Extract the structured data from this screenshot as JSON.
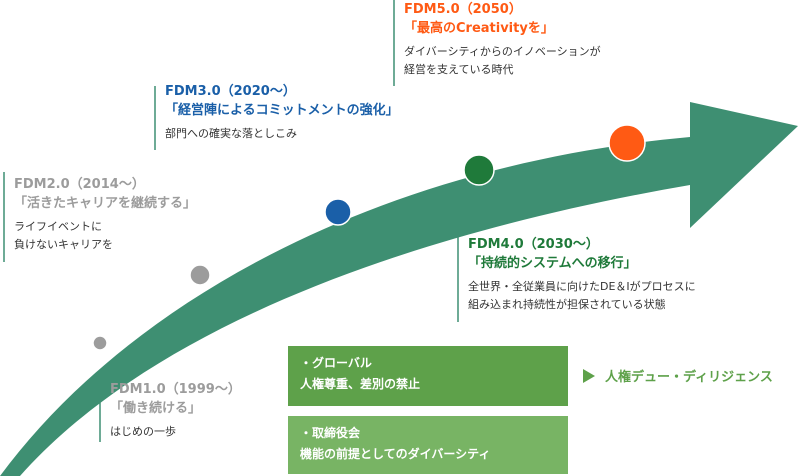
{
  "colors": {
    "arrow": "#3e8f72",
    "gray": "#9c9c9c",
    "blue": "#1a5fa8",
    "green": "#1f7a3a",
    "orange": "#ff5a14",
    "box1": "#5ea14a",
    "box2": "#78b464",
    "label_green": "#5ea14a"
  },
  "stages": [
    {
      "version": "FDM1.0（1999～）",
      "slogan": "「働き続ける」",
      "desc": [
        "はじめの一歩"
      ],
      "color": "gray"
    },
    {
      "version": "FDM2.0（2014～）",
      "slogan": "「活きたキャリアを継続する」",
      "desc": [
        "ライフイベントに",
        "負けないキャリアを"
      ],
      "color": "gray"
    },
    {
      "version": "FDM3.0（2020～）",
      "slogan": "「経営陣によるコミットメントの強化」",
      "desc": [
        "部門への確実な落としこみ"
      ],
      "color": "blue"
    },
    {
      "version": "FDM4.0（2030～）",
      "slogan": "「持続的システムへの移行」",
      "desc": [
        "全世界・全従業員に向けたDE＆Iがプロセスに",
        "組み込まれ持続性が担保されている状態"
      ],
      "color": "green"
    },
    {
      "version": "FDM5.0（2050）",
      "slogan": "「最高のCreativityを」",
      "desc": [
        "ダイバーシティからのイノベーションが",
        "経営を支えている時代"
      ],
      "color": "orange"
    }
  ],
  "boxes": [
    {
      "line1": "・グローバル",
      "line2": "人権尊重、差別の禁止"
    },
    {
      "line1": "・取締役会",
      "line2": "機能の前提としてのダイバーシティ"
    }
  ],
  "human_rights_label": "人権デュー・ディリジェンス"
}
